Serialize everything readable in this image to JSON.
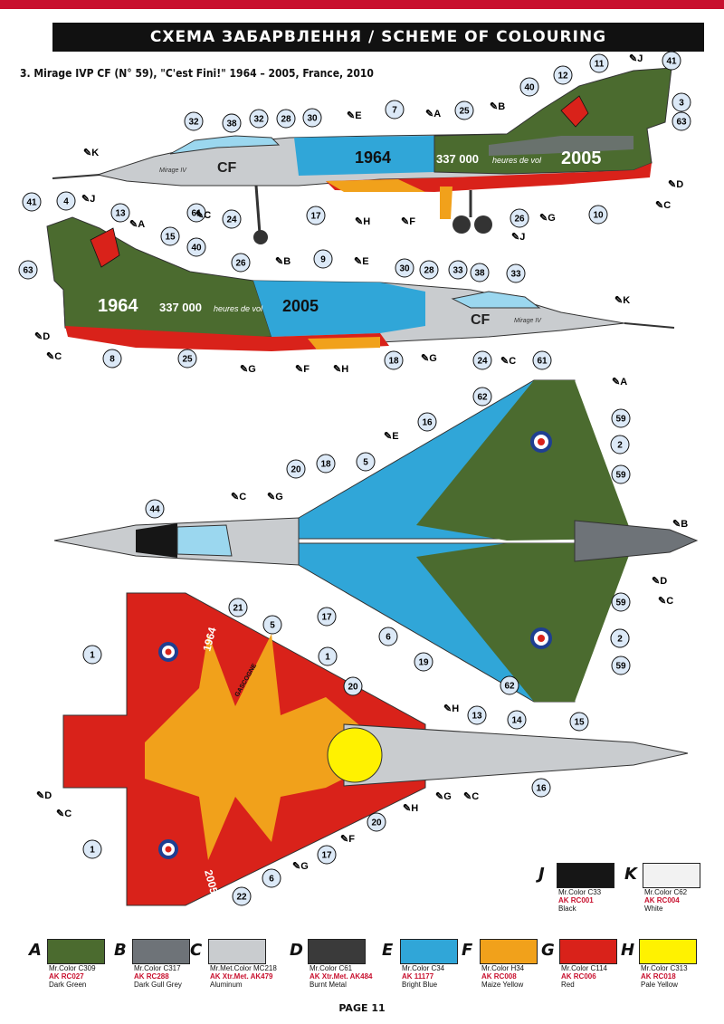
{
  "header": {
    "title": "СХЕМА ЗАБАРВЛЕННЯ / SCHEME OF COLOURING",
    "subtitle": "3. Mirage IVP CF (N° 59), \"C'est Fini!\" 1964 – 2005, France, 2010"
  },
  "markings": {
    "year_start": "1964",
    "hours": "337 000",
    "hours_suffix": "heures de vol",
    "year_end": "2005",
    "code": "CF",
    "type_script": "Mirage IV",
    "gascogne": "GASCOGNE"
  },
  "colors": {
    "dark_green": "#4b6b2f",
    "dark_gull_grey": "#6e7378",
    "aluminum": "#c9cccf",
    "burnt_metal": "#3a3a3a",
    "bright_blue": "#30a6d8",
    "maize_yellow": "#f1a11b",
    "red": "#d9221a",
    "pale_yellow": "#fff200",
    "black": "#161616",
    "white": "#f2f2f2"
  },
  "callouts": {
    "side_top": [
      "32",
      "38",
      "32",
      "28",
      "30",
      "7",
      "25",
      "40",
      "12",
      "11",
      "41",
      "3",
      "63",
      "61",
      "24",
      "17",
      "10",
      "26"
    ],
    "side_bottom": [
      "41",
      "4",
      "13",
      "15",
      "40",
      "63",
      "26",
      "9",
      "30",
      "28",
      "33",
      "38",
      "33",
      "8",
      "25",
      "18",
      "24",
      "61"
    ],
    "top_view": [
      "16",
      "62",
      "59",
      "2",
      "59",
      "20",
      "18",
      "5",
      "2",
      "44",
      "17",
      "6",
      "19",
      "62",
      "59",
      "2",
      "59"
    ],
    "bottom_view": [
      "21",
      "5",
      "1",
      "1",
      "20",
      "13",
      "14",
      "15",
      "16",
      "20",
      "17",
      "6",
      "1",
      "22"
    ]
  },
  "letters": {
    "side_top": [
      "J",
      "E",
      "A",
      "B",
      "K",
      "C",
      "H",
      "F",
      "G",
      "J",
      "D",
      "C"
    ],
    "side_bottom": [
      "J",
      "A",
      "B",
      "E",
      "K",
      "D",
      "C",
      "G",
      "F",
      "H",
      "G",
      "C"
    ],
    "top_view": [
      "A",
      "E",
      "C",
      "G",
      "B",
      "D",
      "C"
    ],
    "bottom_view": [
      "H",
      "D",
      "C",
      "G",
      "C",
      "H",
      "F",
      "G"
    ]
  },
  "legend": {
    "top": [
      {
        "key": "J",
        "brand": "Mr.Color C33",
        "ak": "AK RC001",
        "name": "Black",
        "color": "#161616"
      },
      {
        "key": "K",
        "brand": "Mr.Color C62",
        "ak": "AK RC004",
        "name": "White",
        "color": "#f2f2f2"
      }
    ],
    "bottom": [
      {
        "key": "A",
        "brand": "Mr.Color C309",
        "ak": "AK RC027",
        "name": "Dark Green",
        "color": "#4b6b2f"
      },
      {
        "key": "B",
        "brand": "Mr.Color C317",
        "ak": "AK RC288",
        "name": "Dark Gull Grey",
        "color": "#6e7378"
      },
      {
        "key": "C",
        "brand": "Mr.Met.Color MC218",
        "ak": "AK Xtr.Met. AK479",
        "name": "Aluminum",
        "color": "#c9cccf"
      },
      {
        "key": "D",
        "brand": "Mr.Color C61",
        "ak": "AK Xtr.Met. AK484",
        "name": "Burnt Metal",
        "color": "#3a3a3a"
      },
      {
        "key": "E",
        "brand": "Mr.Color C34",
        "ak": "AK 11177",
        "name": "Bright Blue",
        "color": "#30a6d8"
      },
      {
        "key": "F",
        "brand": "Mr.Color H34",
        "ak": "AK RC008",
        "name": "Maize Yellow",
        "color": "#f1a11b"
      },
      {
        "key": "G",
        "brand": "Mr.Color C114",
        "ak": "AK RC006",
        "name": "Red",
        "color": "#d9221a"
      },
      {
        "key": "H",
        "brand": "Mr.Color C313",
        "ak": "AK RC018",
        "name": "Pale Yellow",
        "color": "#fff200"
      }
    ]
  },
  "footer": {
    "page": "PAGE 11"
  }
}
